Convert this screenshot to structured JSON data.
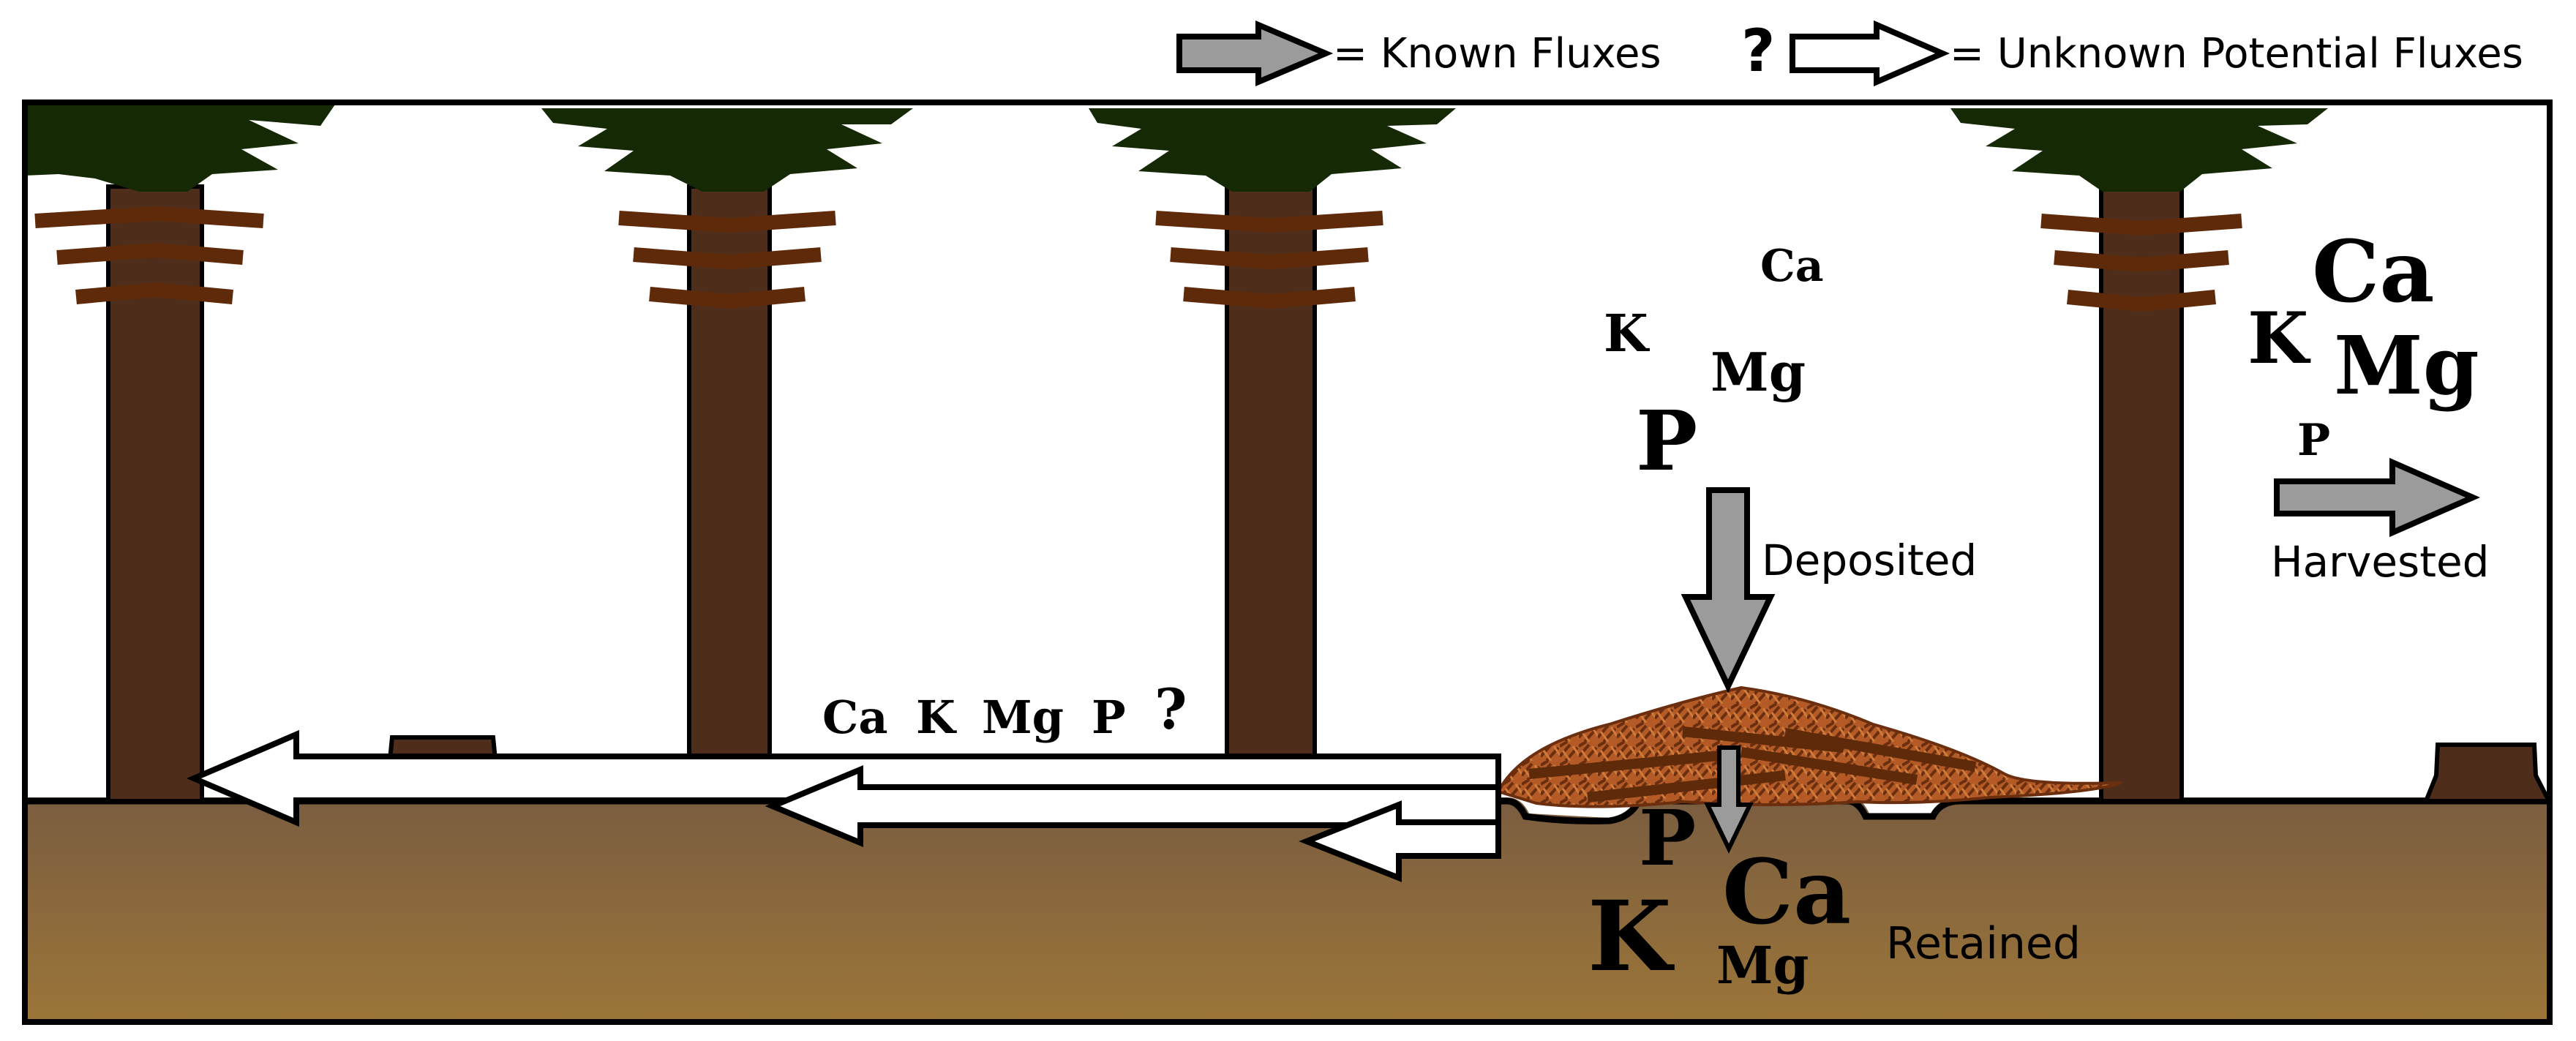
{
  "legend": {
    "known_label": "= Known Fluxes",
    "question_mark": "?",
    "unknown_label": "= Unknown Potential Fluxes"
  },
  "canopy_nutrients": {
    "ca": "Ca",
    "k": "K",
    "mg": "Mg",
    "p": "P"
  },
  "deposited_label": "Deposited",
  "harvested": {
    "ca": "Ca",
    "k": "K",
    "mg": "Mg",
    "p": "P",
    "label": "Harvested"
  },
  "retained": {
    "p": "P",
    "k": "K",
    "ca": "Ca",
    "mg": "Mg",
    "label": "Retained"
  },
  "unknown_flux": {
    "ca": "Ca",
    "k": "K",
    "mg": "Mg",
    "p": "P",
    "question_mark": "?"
  },
  "colors": {
    "foliage": "#152905",
    "trunk": "#4e2d1a",
    "branch": "#5e2a0a",
    "soil_top": "#7a5d40",
    "soil_bottom": "#9c7538",
    "slash": "#b35a26",
    "known_arrow": "#9b9b9b",
    "unknown_arrow": "#ffffff"
  }
}
